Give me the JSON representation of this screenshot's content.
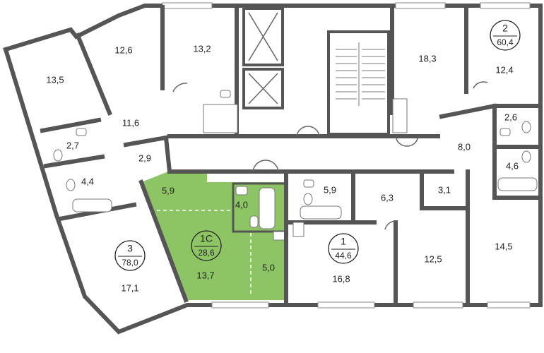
{
  "colors": {
    "highlight": "#8dc564",
    "wall": "#555555",
    "background": "#ffffff"
  },
  "selected_apartment": {
    "number": "1С",
    "total_area": "28,6",
    "rooms": {
      "room_a": "5,9",
      "bathroom": "4,0",
      "main_room": "13,7",
      "kitchen": "5,0"
    }
  },
  "apartments": [
    {
      "number": "3",
      "total_area": "78,0"
    },
    {
      "number": "1",
      "total_area": "44,6"
    },
    {
      "number": "2",
      "total_area": "60,4"
    }
  ],
  "rooms": {
    "r_13_5": "13,5",
    "r_12_6": "12,6",
    "r_13_2": "13,2",
    "r_11_6": "11,6",
    "r_2_7": "2,7",
    "r_2_9": "2,9",
    "r_4_4": "4,4",
    "r_17_1": "17,1",
    "r_18_3": "18,3",
    "r_12_4": "12,4",
    "r_2_6": "2,6",
    "r_8_0": "8,0",
    "r_4_6": "4,6",
    "r_5_9b": "5,9",
    "r_6_3": "6,3",
    "r_3_1": "3,1",
    "r_16_8": "16,8",
    "r_12_5": "12,5",
    "r_14_5": "14,5"
  }
}
